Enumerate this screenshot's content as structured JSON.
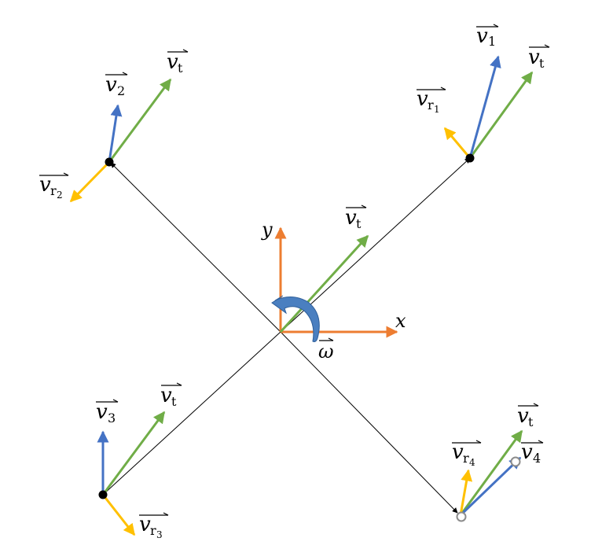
{
  "colors": {
    "green": "#70ad47",
    "blue": "#4472c4",
    "yellow": "#ffc000",
    "orange": "#ed7d31",
    "black": "#000000",
    "gray": "#8c8c8c"
  },
  "labels": {
    "axis_x": "x",
    "axis_y": "y",
    "omega": "ω",
    "v": "v",
    "t": "t",
    "r": "r",
    "one": "1",
    "two": "2",
    "three": "3",
    "four": "4"
  }
}
